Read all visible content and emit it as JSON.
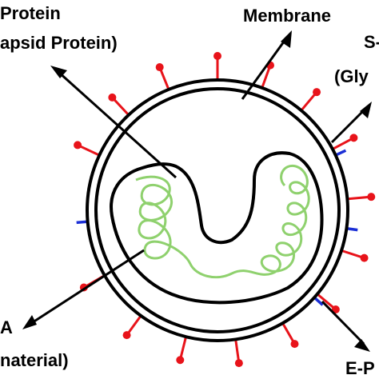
{
  "labels": {
    "n_protein_line1": "Protein",
    "n_protein_line2": "apsid Protein)",
    "membrane": "Membrane",
    "s_protein_line1": "S-",
    "s_protein_line2": "(Gly",
    "rna_line1": "A",
    "rna_line2": "naterial)",
    "e_protein": "E-P"
  },
  "colors": {
    "spike": "#e8131a",
    "envelope_protein": "#1b2fd6",
    "genetic_material": "#8fd16e",
    "outline": "#000000",
    "background": "#ffffff"
  },
  "counts": {
    "spike_proteins": 15,
    "envelope_proteins": 4
  }
}
